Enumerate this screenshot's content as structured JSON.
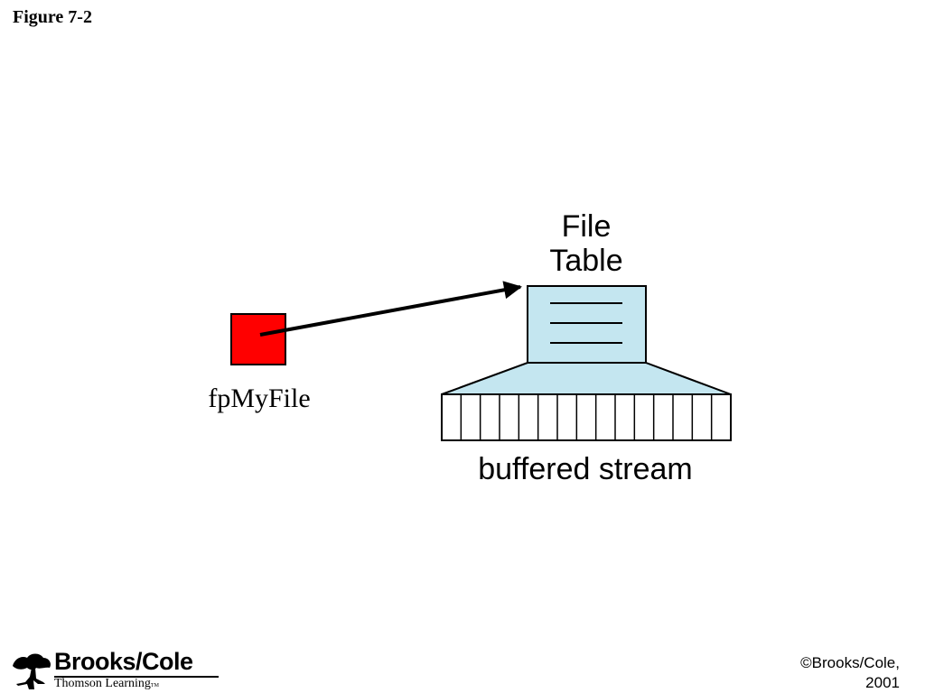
{
  "figure_title": "Figure 7-2",
  "diagram": {
    "pointer_label": "fpMyFile",
    "file_table_label": [
      "File",
      "Table"
    ],
    "stream_label": "buffered stream",
    "colors": {
      "pointer_fill": "#ff0000",
      "table_fill": "#c4e6f0",
      "stroke": "#000000"
    }
  },
  "logo": {
    "name": "Brooks/Cole",
    "subtitle": "Thomson Learning",
    "tm": "TM"
  },
  "copyright": {
    "line1": "©Brooks/Cole,",
    "line2": "2001"
  }
}
